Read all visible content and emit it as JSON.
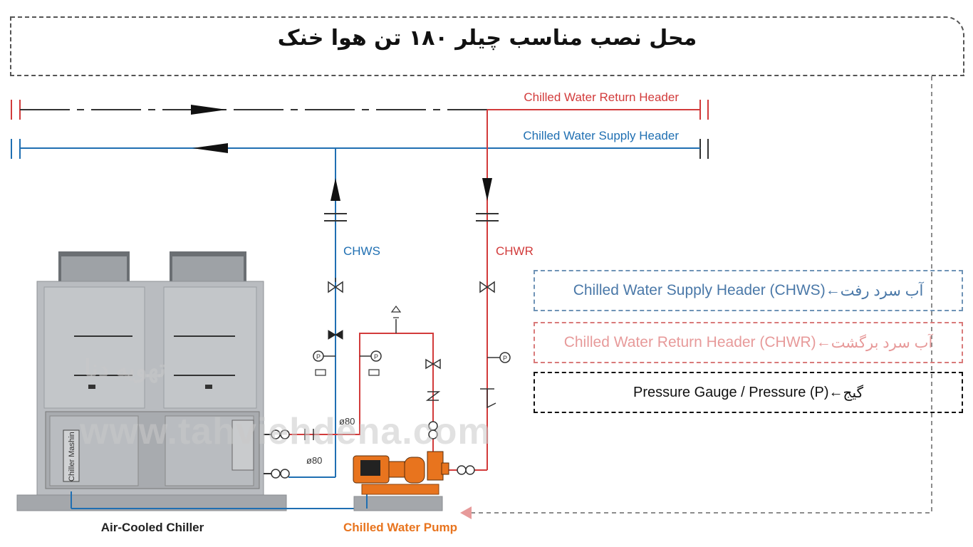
{
  "title": "محل نصب مناسب چیلر ۱۸۰ تن هوا خنک",
  "headers": {
    "return_label": "Chilled Water Return Header",
    "supply_label": "Chilled Water Supply Header"
  },
  "pipes": {
    "chws_label": "CHWS",
    "chwr_label": "CHWR",
    "dia_top": "ø80",
    "dia_bottom": "ø80"
  },
  "equipment": {
    "chiller_label": "Air-Cooled Chiller",
    "pump_label": "Chilled Water Pump",
    "chiller_brand": "Chiller Mashin"
  },
  "gauge_symbol": "P",
  "legend": {
    "supply": {
      "fa": "آب سرد رفت",
      "arrow": "←",
      "en": "Chilled Water Supply Header (CHWS)"
    },
    "return": {
      "fa": "آب سرد برگشت",
      "arrow": "←",
      "en": "Chilled Water Return Header (CHWR)"
    },
    "gauge": {
      "fa": "گیج",
      "arrow": "←",
      "en": "Pressure Gauge / Pressure (P)"
    }
  },
  "watermark": {
    "fa": "تهویه دنا",
    "url": "www.tahviehdena.com"
  },
  "colors": {
    "supply": "#1f6fb2",
    "return": "#d23b3b",
    "pump": "#e8741e",
    "chiller": "#b9bcc0",
    "pump_label": "#e8741e"
  }
}
